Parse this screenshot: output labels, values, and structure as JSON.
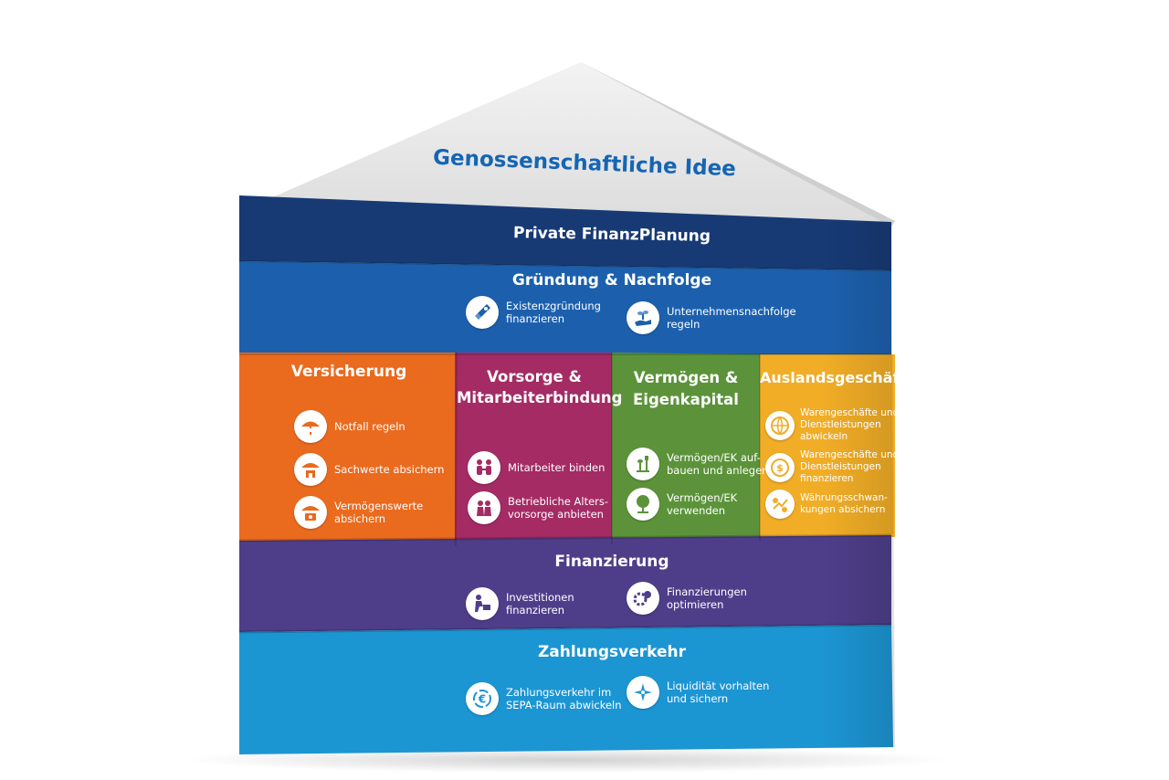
{
  "roof_title": "Genossenschaftliche Idee",
  "private_finanzplanung": "Private FinanzPlanung",
  "gruendung": {
    "title": "Gründung & Nachfolge",
    "items": [
      {
        "label": "Existenzgründung\nfinanzieren",
        "icon": "rocket-euro-icon"
      },
      {
        "label": "Unternehmensnachfolge\nregeln",
        "icon": "hand-sprout-icon"
      }
    ]
  },
  "versicherung": {
    "title": "Versicherung",
    "items": [
      {
        "label": "Notfall regeln",
        "icon": "umbrella-alert-icon"
      },
      {
        "label": "Sachwerte absichern",
        "icon": "umbrella-building-icon"
      },
      {
        "label": "Vermögenswerte\nabsichern",
        "icon": "umbrella-money-icon"
      }
    ]
  },
  "vorsorge": {
    "title": "Vorsorge &\nMitarbeiterbindung",
    "items": [
      {
        "label": "Mitarbeiter binden",
        "icon": "people-bond-icon"
      },
      {
        "label": "Betriebliche Alters-\nvorsorge anbieten",
        "icon": "retirement-people-icon"
      }
    ]
  },
  "vermoegen": {
    "title": "Vermögen &\nEigenkapital",
    "items": [
      {
        "label": "Vermögen/EK auf-\nbauen und anlegen",
        "icon": "plant-shovel-icon"
      },
      {
        "label": "Vermögen/EK\nverwenden",
        "icon": "tree-icon"
      }
    ]
  },
  "ausland": {
    "title": "Auslandsgeschäft",
    "items": [
      {
        "label": "Warengeschäfte und\nDienstleistungen\nabwickeln",
        "icon": "globe-exchange-icon"
      },
      {
        "label": "Warengeschäfte und\nDienstleistungen\nfinanzieren",
        "icon": "globe-finance-icon"
      },
      {
        "label": "Währungsschwan-\nkungen absichern",
        "icon": "currency-swap-icon"
      }
    ]
  },
  "finanzierung": {
    "title": "Finanzierung",
    "items": [
      {
        "label": "Investitionen\nfinanzieren",
        "icon": "worker-machine-icon"
      },
      {
        "label": "Finanzierungen\noptimieren",
        "icon": "gear-coin-icon"
      }
    ]
  },
  "zahlungsverkehr": {
    "title": "Zahlungsverkehr",
    "items": [
      {
        "label": "Zahlungsverkehr im\nSEPA-Raum abwickeln",
        "icon": "euro-transfer-icon"
      },
      {
        "label": "Liquidität vorhalten\nund sichern",
        "icon": "compass-icon"
      }
    ]
  },
  "colors": {
    "roof": "#e9e9e9",
    "roof_text": "#1565b4",
    "private": "#173a75",
    "gruendung": "#1c60ad",
    "versicherung": "#ea6a1e",
    "vorsorge": "#a42b64",
    "vermoegen": "#5c933a",
    "ausland": "#f1ad26",
    "finanzierung": "#4e3e8a",
    "zahlung": "#1c95d3"
  }
}
